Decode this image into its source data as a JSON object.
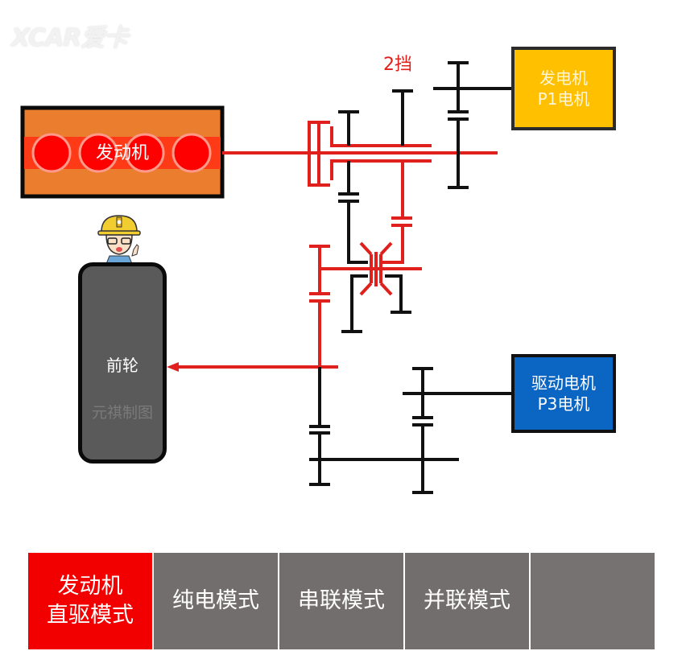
{
  "logo": {
    "text": "XCAR爱卡"
  },
  "colors": {
    "power_flow": "#e0201c",
    "mechanical": "#111111",
    "engine_body": "#ea7d2e",
    "engine_band": "#ff3a17",
    "cylinder": "#ff0000",
    "p1_motor": "#ffc000",
    "p3_motor": "#0b65c2",
    "wheel": "#5a5a5a",
    "mode_active": "#f20000",
    "mode_inactive": "#736e6e"
  },
  "diagram": {
    "engine": {
      "label": "发动机",
      "cylinders": 4
    },
    "gear_label": "2挡",
    "generator": {
      "line1": "发电机",
      "line2": "P1电机"
    },
    "drive_motor": {
      "line1": "驱动电机",
      "line2": "P3电机"
    },
    "front_wheel": {
      "label": "前轮"
    },
    "watermark": "元祺制图",
    "mascot_icon": "engineer-mascot"
  },
  "modes": [
    {
      "line1": "发动机",
      "line2": "直驱模式",
      "active": true
    },
    {
      "line1": "纯电模式",
      "line2": "",
      "active": false
    },
    {
      "line1": "串联模式",
      "line2": "",
      "active": false
    },
    {
      "line1": "并联模式",
      "line2": "",
      "active": false
    },
    {
      "line1": "",
      "line2": "",
      "active": false
    }
  ]
}
